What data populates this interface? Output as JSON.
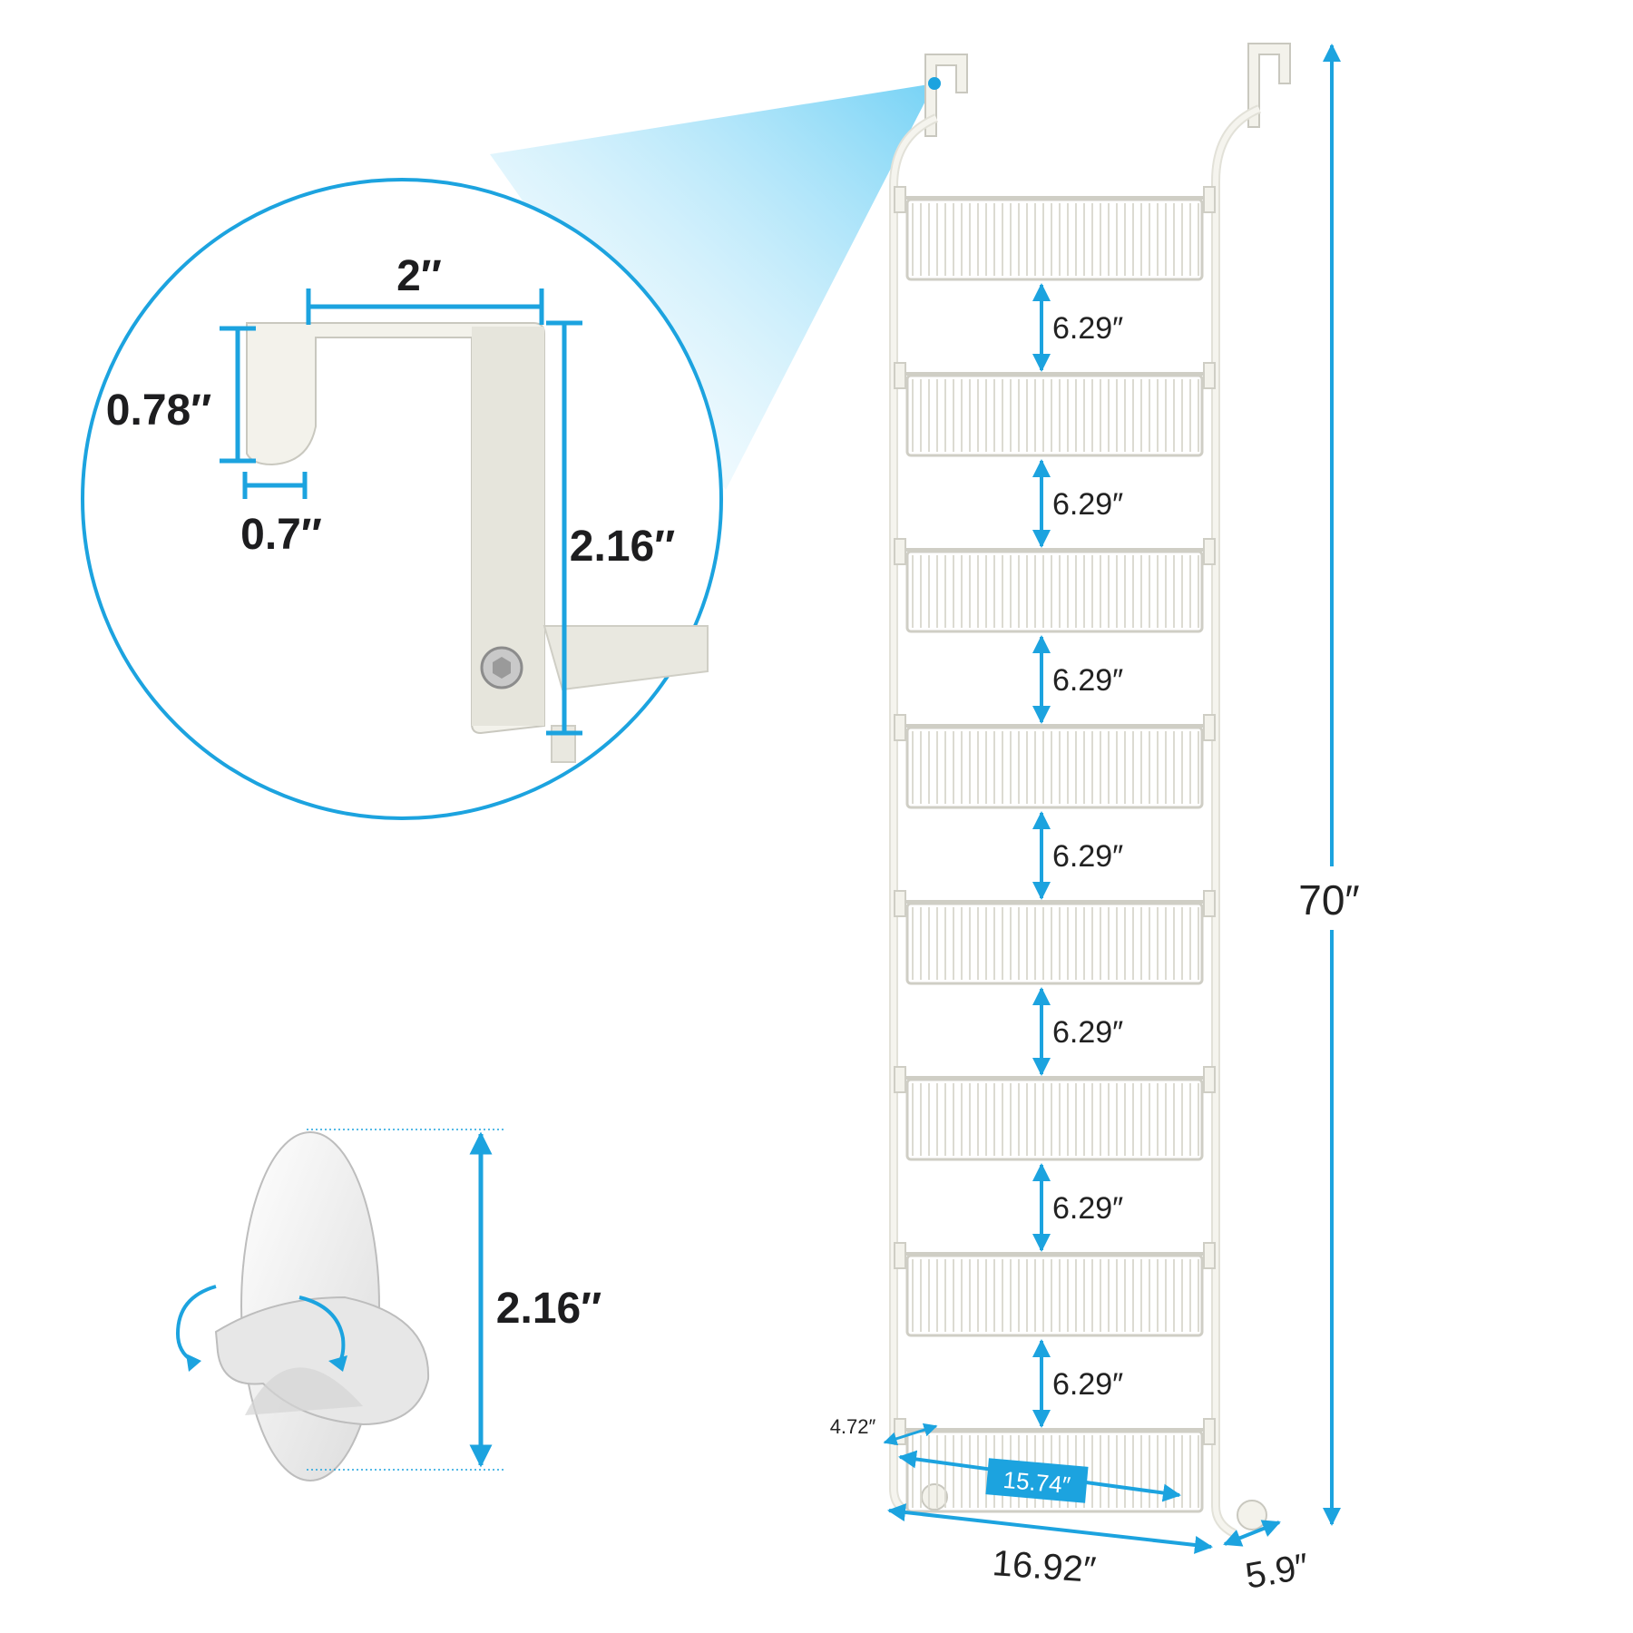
{
  "colors": {
    "accent": "#1ca3df",
    "rack": "#f2f1ea",
    "rack_stroke": "#cfcec5",
    "text": "#1d1d1f"
  },
  "hook_detail": {
    "width": "2″",
    "top_height": "0.78″",
    "thickness": "0.7″",
    "height": "2.16″"
  },
  "adhesive_hook": {
    "height": "2.16″",
    "icon": "rotate-arrow-icon"
  },
  "rack": {
    "total_height": "70″",
    "basket_spacing": [
      "6.29″",
      "6.29″",
      "6.29″",
      "6.29″",
      "6.29″",
      "6.29″",
      "6.29″"
    ],
    "basket_depth": "4.72″",
    "basket_width": "15.74″",
    "overall_width": "16.92″",
    "overall_depth": "5.9″"
  }
}
